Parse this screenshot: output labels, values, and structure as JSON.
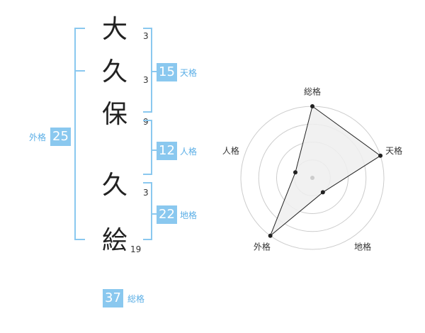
{
  "name_chars": [
    {
      "char": "大",
      "strokes": "3"
    },
    {
      "char": "久",
      "strokes": "3"
    },
    {
      "char": "保",
      "strokes": "9"
    },
    {
      "char": "久",
      "strokes": "3"
    },
    {
      "char": "絵",
      "strokes": "19"
    }
  ],
  "kaku": {
    "tenkaku": {
      "value": "15",
      "label": "天格"
    },
    "jinkaku": {
      "value": "12",
      "label": "人格"
    },
    "chikaku": {
      "value": "22",
      "label": "地格"
    },
    "gaikaku": {
      "value": "25",
      "label": "外格"
    },
    "soukaku": {
      "value": "37",
      "label": "総格"
    }
  },
  "colors": {
    "accent": "#8ac8ef",
    "label": "#5aaee6",
    "bracket": "#8ac8ef",
    "radar_fill": "#eeeeee"
  },
  "chart_data": {
    "type": "radar",
    "categories": [
      "総格",
      "天格",
      "地格",
      "外格",
      "人格"
    ],
    "values": [
      4,
      4,
      1,
      4,
      1
    ],
    "range": [
      0,
      4
    ],
    "rings": 4
  }
}
